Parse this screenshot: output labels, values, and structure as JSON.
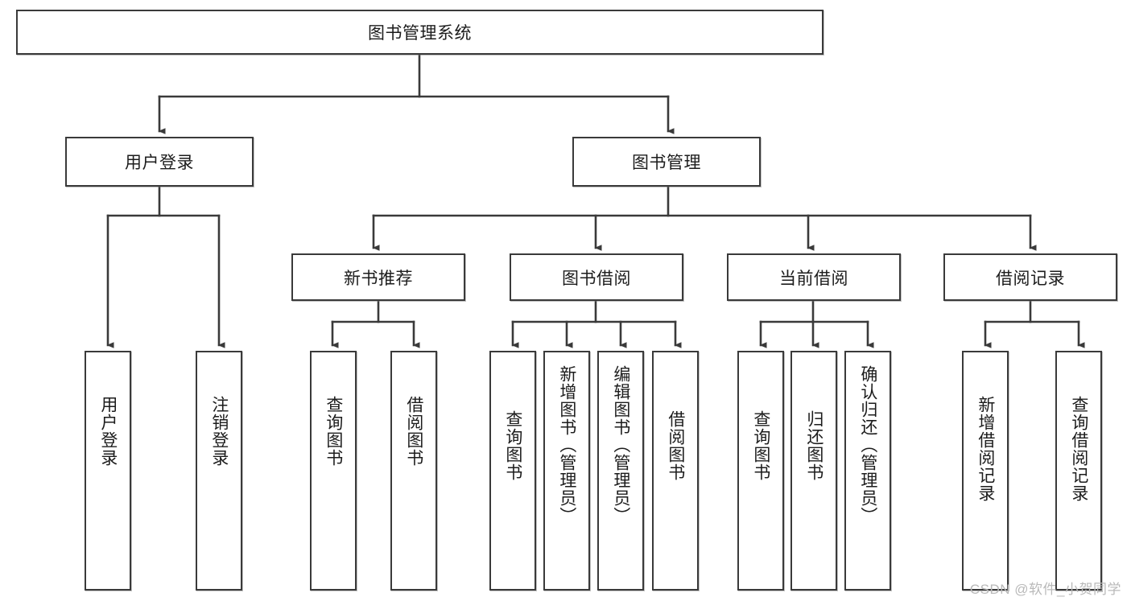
{
  "diagram": {
    "type": "tree",
    "title": "图书管理系统",
    "root": {
      "id": "root",
      "label": "图书管理系统"
    },
    "level2": [
      {
        "id": "n-user-login",
        "label": "用户登录"
      },
      {
        "id": "n-book-manage",
        "label": "图书管理"
      }
    ],
    "level3": [
      {
        "id": "n-new-book-rec",
        "label": "新书推荐"
      },
      {
        "id": "n-book-borrow",
        "label": "图书借阅"
      },
      {
        "id": "n-current-borrow",
        "label": "当前借阅"
      },
      {
        "id": "n-borrow-record",
        "label": "借阅记录"
      }
    ],
    "leaves": [
      {
        "id": "leaf-user-login",
        "label": "用户登录"
      },
      {
        "id": "leaf-logout",
        "label": "注销登录"
      },
      {
        "id": "leaf-query-book-1",
        "label": "查询图书"
      },
      {
        "id": "leaf-borrow-book-1",
        "label": "借阅图书"
      },
      {
        "id": "leaf-query-book-2",
        "label": "查询图书"
      },
      {
        "id": "leaf-add-book",
        "label": "新增图书（管理员）"
      },
      {
        "id": "leaf-edit-book",
        "label": "编辑图书（管理员）"
      },
      {
        "id": "leaf-borrow-book-2",
        "label": "借阅图书"
      },
      {
        "id": "leaf-query-book-3",
        "label": "查询图书"
      },
      {
        "id": "leaf-return-book",
        "label": "归还图书"
      },
      {
        "id": "leaf-confirm-return",
        "label": "确认归还（管理员）"
      },
      {
        "id": "leaf-add-record",
        "label": "新增借阅记录"
      },
      {
        "id": "leaf-query-record",
        "label": "查询借阅记录"
      }
    ]
  },
  "watermark": {
    "text": "CSDN @软件_小贺同学"
  },
  "colors": {
    "background": "#ffffff",
    "box_fill": "#ffffff",
    "box_stroke": "#3a3a3a",
    "text": "#1c1c1c",
    "connector": "#3a3a3a",
    "watermark": "#b9b9b9"
  }
}
